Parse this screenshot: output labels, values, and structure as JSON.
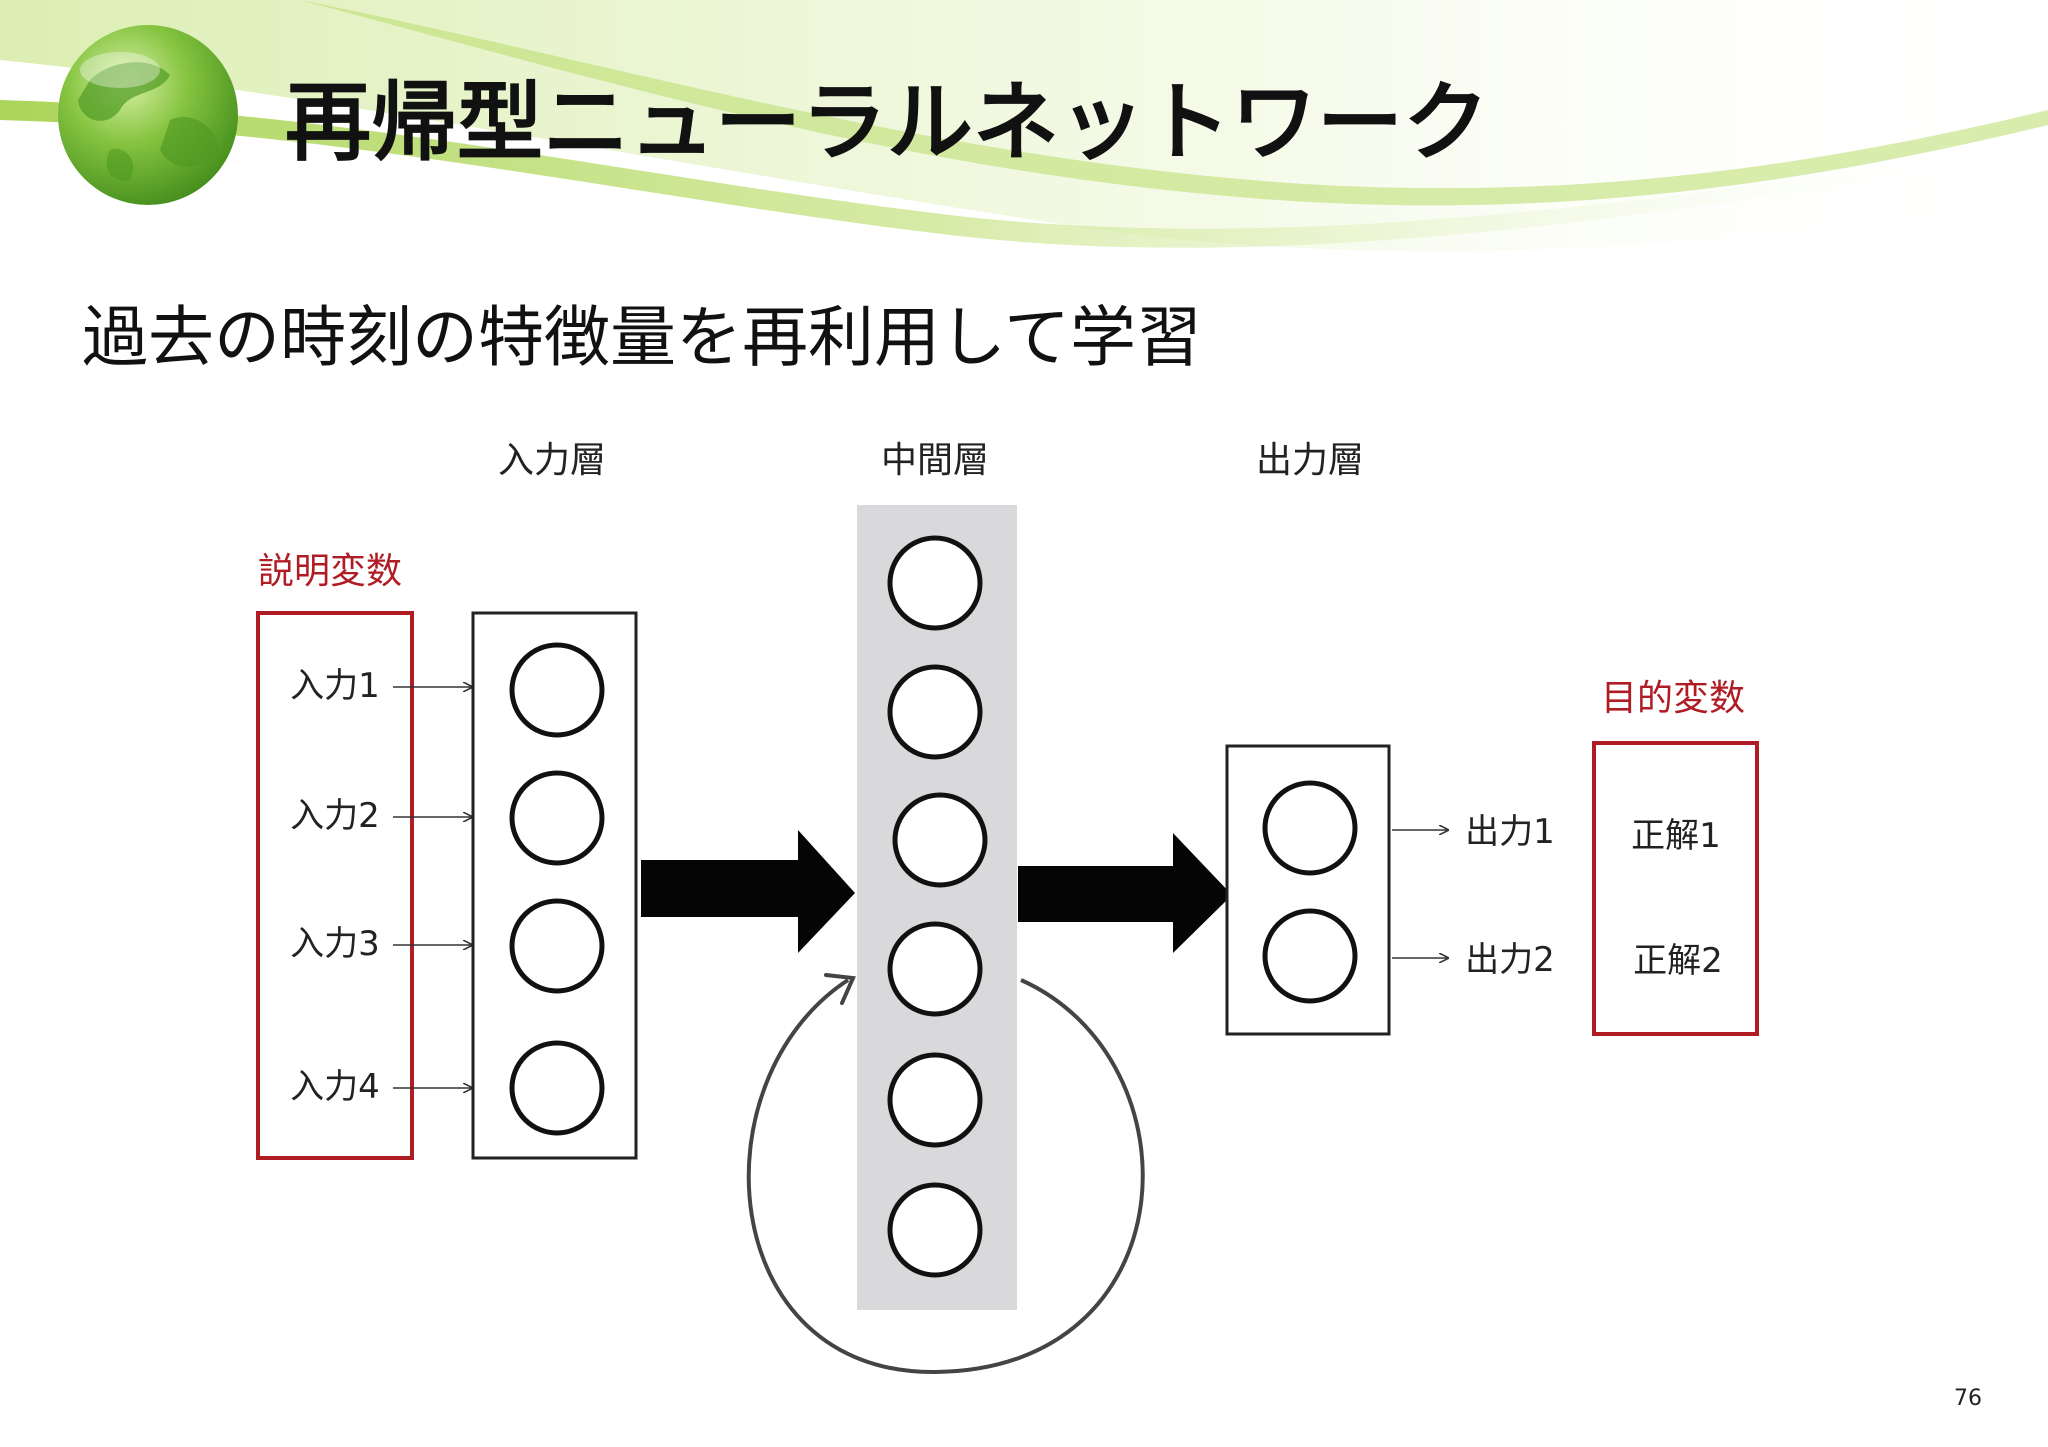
{
  "slide": {
    "title": "再帰型ニューラルネットワーク",
    "subtitle": "過去の時刻の特徴量を再利用して学習",
    "page_number": "76"
  },
  "diagram": {
    "layers": {
      "input": "入力層",
      "hidden": "中間層",
      "output": "出力層"
    },
    "explanatory": {
      "title": "説明変数",
      "items": [
        "入力1",
        "入力2",
        "入力3",
        "入力4"
      ]
    },
    "outputs": [
      "出力1",
      "出力2"
    ],
    "target": {
      "title": "目的変数",
      "items": [
        "正解1",
        "正解2"
      ]
    },
    "node_counts": {
      "input": 4,
      "hidden": 6,
      "output": 2
    }
  },
  "colors": {
    "accent_red": "#b01c24",
    "hidden_layer_fill": "#d9d8db",
    "swoosh_green": "#9ccd3c",
    "globe_green": "#6fb630"
  },
  "icons": {
    "logo": "globe-icon",
    "recurrent_arrow": "loop-arrow-icon"
  }
}
